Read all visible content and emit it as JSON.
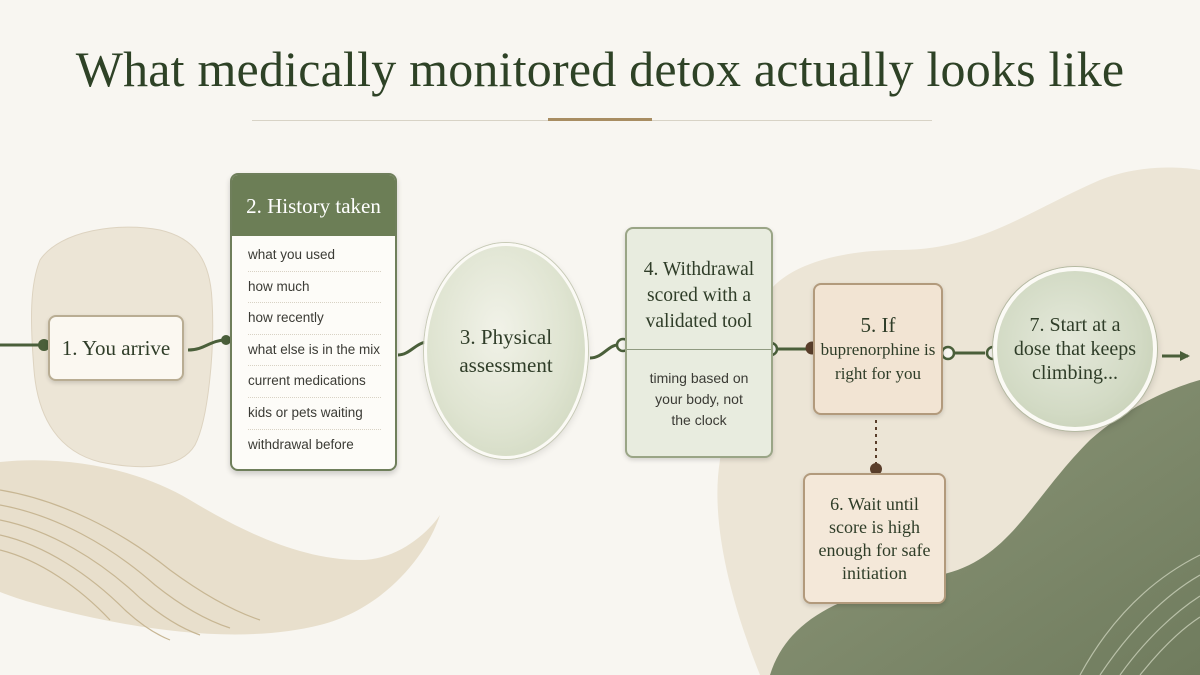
{
  "title": "What medically monitored detox actually looks like",
  "steps": {
    "arrive": "1. You arrive",
    "history": {
      "title": "2. History taken",
      "items": [
        "what you used",
        "how much",
        "how recently",
        "what else is in the mix",
        "current medications",
        "kids or pets waiting",
        "withdrawal before"
      ]
    },
    "physical": "3. Physical assessment",
    "withdrawal": {
      "title": "4. Withdrawal scored with a validated tool",
      "note": "timing based on your body, not the clock"
    },
    "buprenorphine": {
      "line1": "5. If",
      "line2": "buprenorphine is right for you"
    },
    "wait": "6. Wait until score is high enough for safe initiation",
    "start": "7. Start at a dose that keeps climbing..."
  },
  "colors": {
    "primary_green": "#6c7e56",
    "dark_green": "#2e4226",
    "accent_brown": "#a88d62",
    "connector_green": "#4a5f3a",
    "decision_brown": "#5a3e2b"
  }
}
